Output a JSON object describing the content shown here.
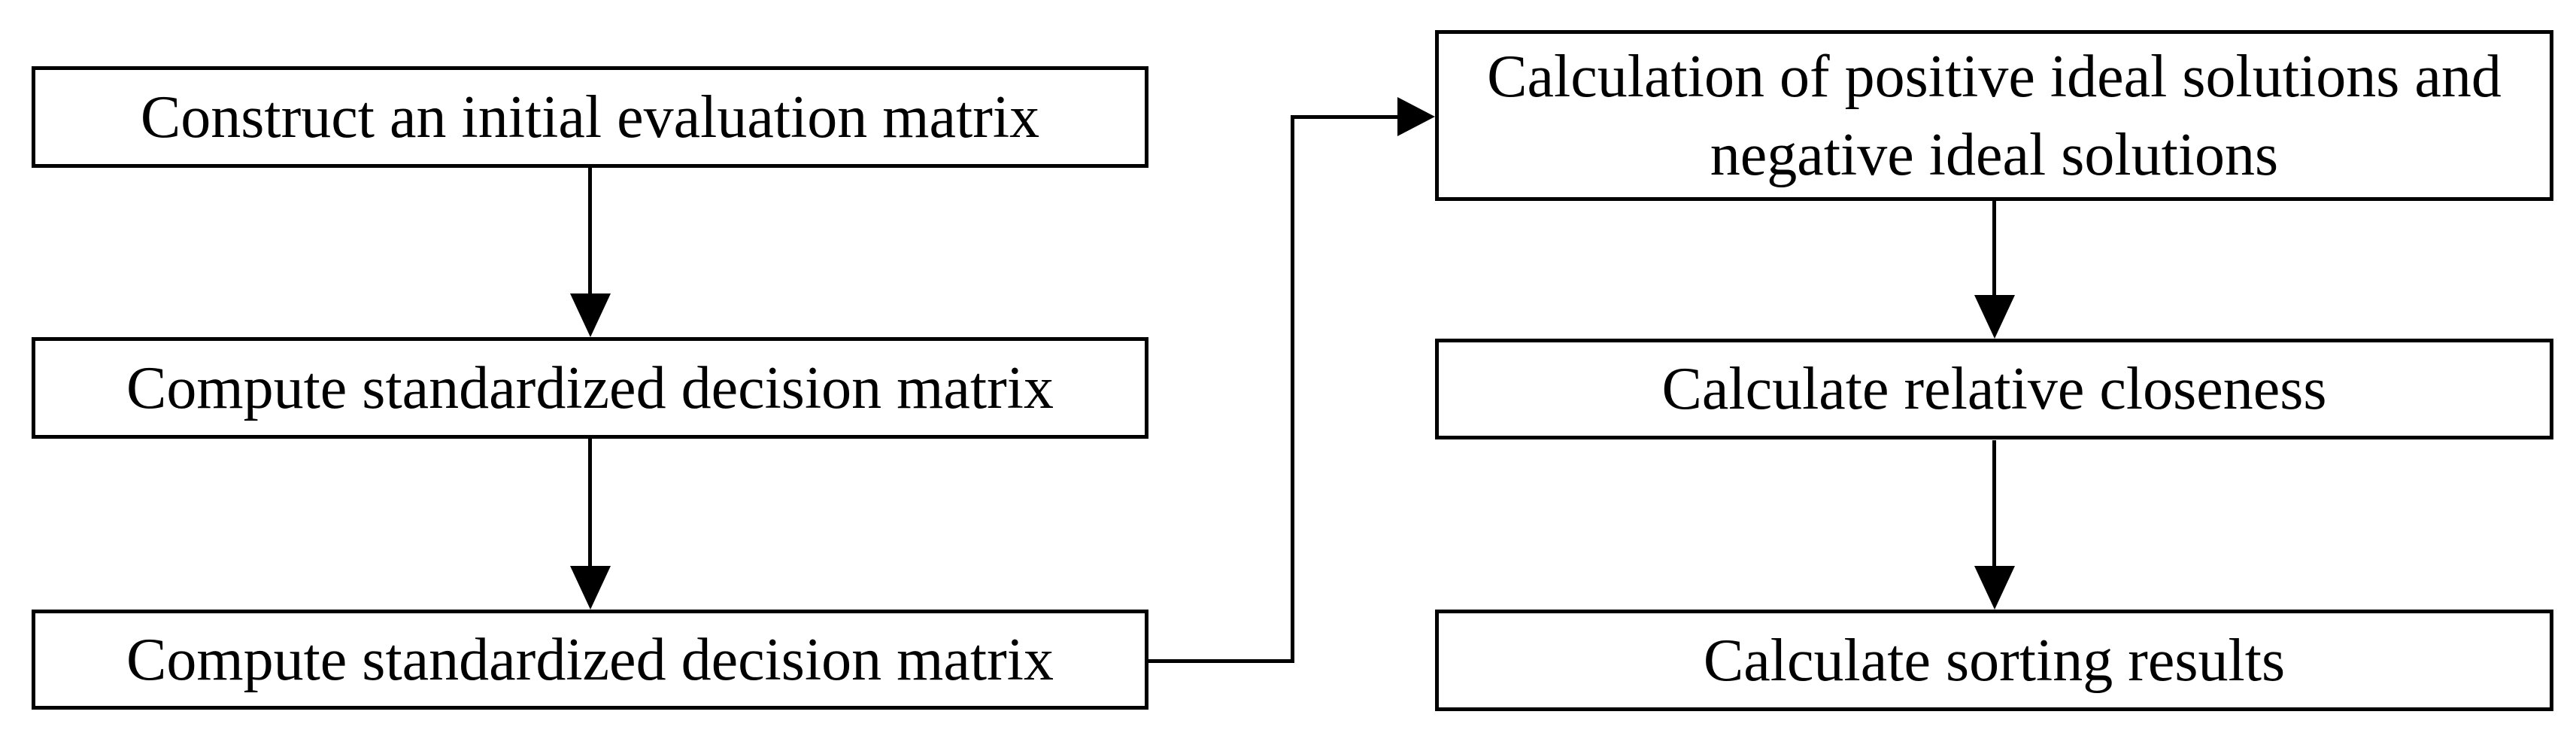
{
  "colors": {
    "background": "#ffffff",
    "box_fill": "#ffffff",
    "line": "#000000",
    "text": "#000000"
  },
  "nodes": [
    {
      "id": "construct-initial-evaluation-matrix",
      "label": "Construct an initial evaluation matrix"
    },
    {
      "id": "compute-standardized-decision-matrix-1",
      "label": "Compute standardized decision matrix"
    },
    {
      "id": "compute-standardized-decision-matrix-2",
      "label": "Compute standardized decision matrix"
    },
    {
      "id": "calculation-of-ideal-solutions",
      "label": "Calculation of positive ideal solutions and\nnegative ideal solutions"
    },
    {
      "id": "calculate-relative-closeness",
      "label": "Calculate relative closeness"
    },
    {
      "id": "calculate-sorting-results",
      "label": "Calculate sorting results"
    }
  ],
  "edges": [
    {
      "from": "construct-initial-evaluation-matrix",
      "to": "compute-standardized-decision-matrix-1",
      "shape": "straight-down"
    },
    {
      "from": "compute-standardized-decision-matrix-1",
      "to": "compute-standardized-decision-matrix-2",
      "shape": "straight-down"
    },
    {
      "from": "compute-standardized-decision-matrix-2",
      "to": "calculation-of-ideal-solutions",
      "shape": "elbow-right-up-right"
    },
    {
      "from": "calculation-of-ideal-solutions",
      "to": "calculate-relative-closeness",
      "shape": "straight-down"
    },
    {
      "from": "calculate-relative-closeness",
      "to": "calculate-sorting-results",
      "shape": "straight-down"
    }
  ]
}
